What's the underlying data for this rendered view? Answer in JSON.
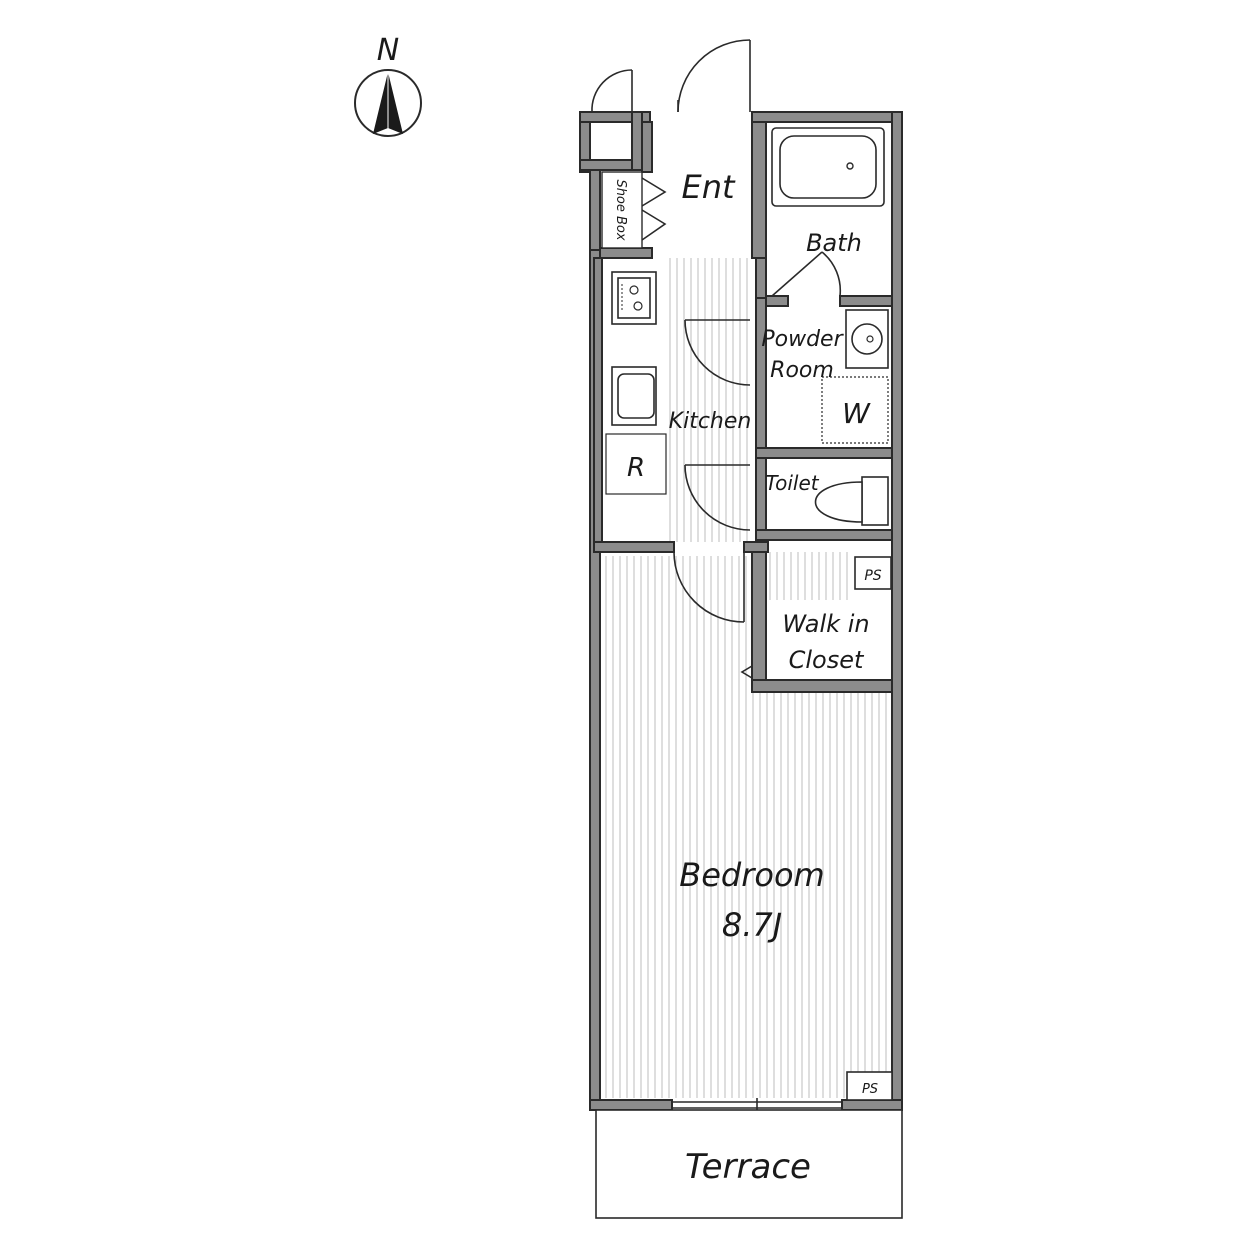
{
  "compass": {
    "label": "N",
    "icon": "north-arrow-icon"
  },
  "rooms": {
    "entrance": "Ent",
    "shoe_box": "Shoe Box",
    "bath": "Bath",
    "powder_room": [
      "Powder",
      "Room"
    ],
    "washer": "W",
    "kitchen": "Kitchen",
    "refrigerator": "R",
    "toilet": "Toilet",
    "walk_in_closet": [
      "Walk in",
      "Closet"
    ],
    "pipe_space": "PS",
    "bedroom": "Bedroom",
    "bedroom_size": "8.7J",
    "terrace": "Terrace"
  },
  "colors": {
    "wall": "#8c8c8c",
    "line": "#2a2a2a",
    "floor_hatch": "#bdbdbd"
  }
}
